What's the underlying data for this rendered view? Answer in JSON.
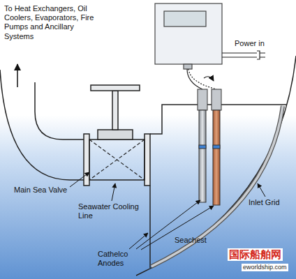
{
  "diagram": {
    "labels": [
      "To Heat Exchangers, Oil Coolers, Evaporators, Fire Pumps and Ancillary Systems",
      "Power in",
      "Main Sea Valve",
      "Seawater Cooling Line",
      "Inlet Grid",
      "Seachest",
      "Cathelco Anodes",
      "国际船舶网",
      "eworldship.com"
    ]
  }
}
